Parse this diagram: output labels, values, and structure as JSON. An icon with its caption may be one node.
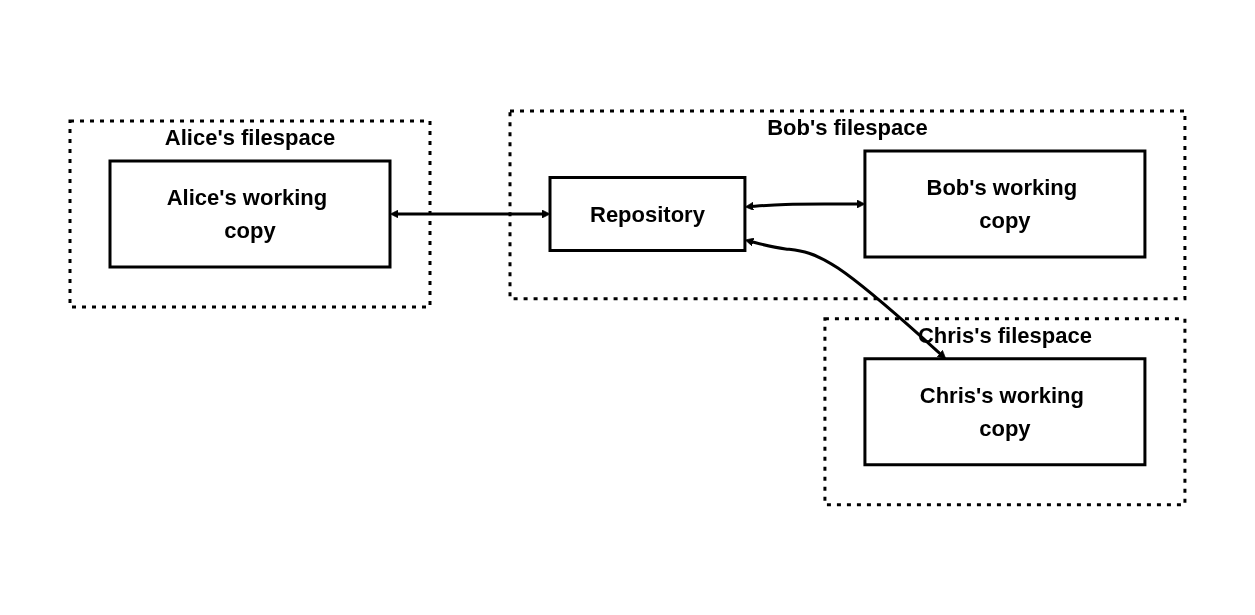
{
  "diagram": {
    "nodes": [
      {
        "text": [
          "Alice's filespace"
        ]
      },
      {
        "text": [
          "Alice's working copy"
        ],
        "in": 0
      },
      {
        "text": [
          "Bob's filespace"
        ]
      },
      {
        "text": [
          "Repository"
        ],
        "in": 2
      },
      {
        "text": [
          "Bob's working copy"
        ],
        "in": 2
      },
      {
        "text": [
          "Chris's filespace"
        ]
      },
      {
        "text": [
          "Chris's working copy"
        ],
        "in": 5
      }
    ],
    "edges": [
      {
        "from": 1,
        "to": 3,
        "arrow": "both"
      },
      {
        "from": 3,
        "to": 6,
        "arrow": "both"
      },
      {
        "from": 3,
        "to": 4,
        "arrow": "both"
      }
    ]
  }
}
